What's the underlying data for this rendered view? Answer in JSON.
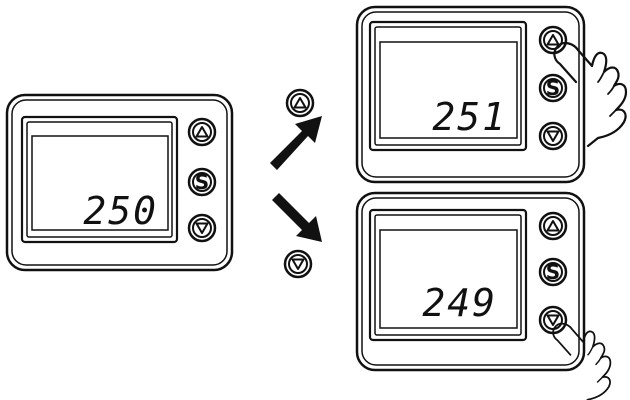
{
  "panels": {
    "center": {
      "display_value": "250"
    },
    "top": {
      "display_value": "251",
      "pressed_button": "up"
    },
    "bottom": {
      "display_value": "249",
      "pressed_button": "down"
    }
  },
  "buttons": {
    "up": {
      "icon": "triangle-up-icon"
    },
    "set": {
      "label": "S"
    },
    "down": {
      "icon": "triangle-down-icon"
    }
  },
  "arrows": {
    "increase": {
      "icon": "triangle-up-icon"
    },
    "decrease": {
      "icon": "triangle-down-icon"
    }
  }
}
